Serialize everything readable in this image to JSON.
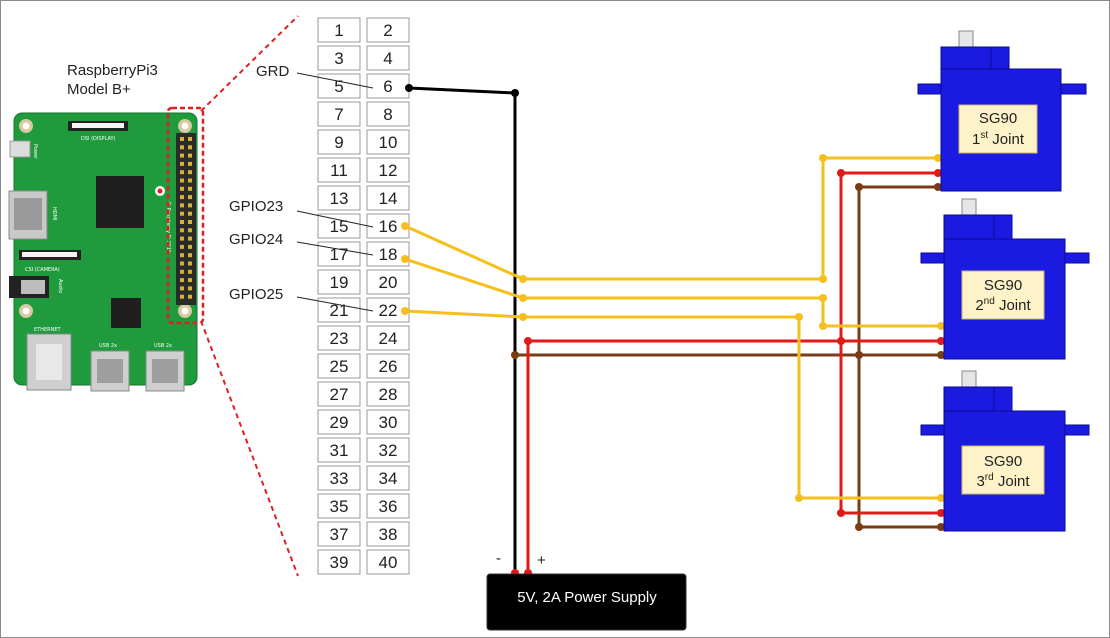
{
  "board": {
    "name_line1": "RaspberryPi3",
    "name_line2": "Model B+",
    "silk_dsi": "DSI (DISPLAY)",
    "silk_csi": "CSI (CAMERA)",
    "silk_audio": "Audio",
    "silk_hdmi": "HDMI",
    "silk_power": "Power",
    "silk_ethernet": "ETHERNET",
    "silk_usb1": "USB 2x",
    "silk_usb2": "USB 2x",
    "silk_copyright": "© Raspberry Pi 2015"
  },
  "header_pins": {
    "rows": [
      [
        "1",
        "2"
      ],
      [
        "3",
        "4"
      ],
      [
        "5",
        "6"
      ],
      [
        "7",
        "8"
      ],
      [
        "9",
        "10"
      ],
      [
        "11",
        "12"
      ],
      [
        "13",
        "14"
      ],
      [
        "15",
        "16"
      ],
      [
        "17",
        "18"
      ],
      [
        "19",
        "20"
      ],
      [
        "21",
        "22"
      ],
      [
        "23",
        "24"
      ],
      [
        "25",
        "26"
      ],
      [
        "27",
        "28"
      ],
      [
        "29",
        "30"
      ],
      [
        "31",
        "32"
      ],
      [
        "33",
        "34"
      ],
      [
        "35",
        "36"
      ],
      [
        "37",
        "38"
      ],
      [
        "39",
        "40"
      ]
    ]
  },
  "pin_labels": {
    "grd": "GRD",
    "gpio23": "GPIO23",
    "gpio24": "GPIO24",
    "gpio25": "GPIO25"
  },
  "servos": [
    {
      "model": "SG90",
      "ordinal": "1",
      "suffix": "st",
      "word": "Joint"
    },
    {
      "model": "SG90",
      "ordinal": "2",
      "suffix": "nd",
      "word": "Joint"
    },
    {
      "model": "SG90",
      "ordinal": "3",
      "suffix": "rd",
      "word": "Joint"
    }
  ],
  "power_supply": {
    "label": "5V, 2A Power Supply",
    "minus": "-",
    "plus": "+"
  },
  "colors": {
    "signal": "#f5bf1c",
    "power": "#e31818",
    "ground_servo": "#7a3c14",
    "ground_main": "#000000",
    "servo_body": "#1a1ae0",
    "servo_label_bg": "#fdf2c8",
    "board_green": "#1f9a3c",
    "zoom_dash": "#e01f1f"
  }
}
